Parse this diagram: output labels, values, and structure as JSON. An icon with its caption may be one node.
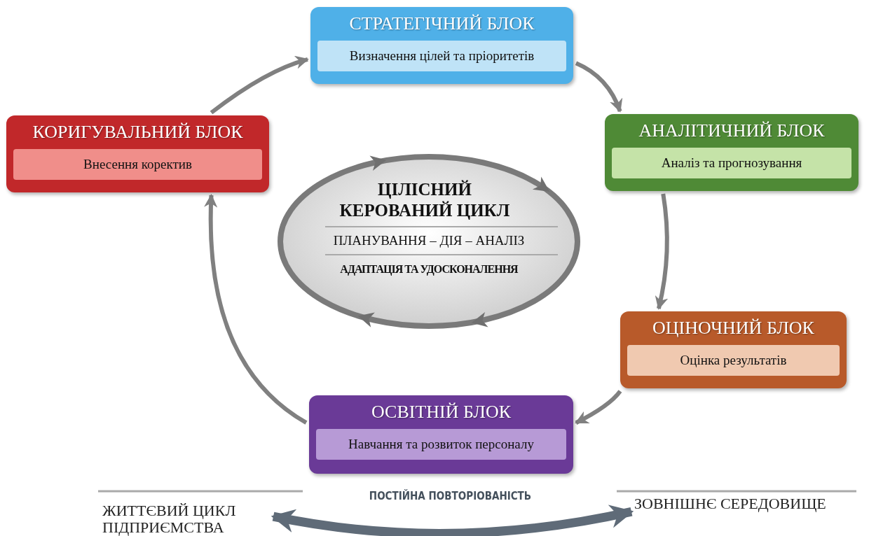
{
  "diagram": {
    "nodes": [
      {
        "text": [
          "СТРАТЕГІЧНИЙ БЛОК",
          "Визначення цілей та пріоритетів"
        ]
      },
      {
        "text": [
          "АНАЛІТИЧНИЙ БЛОК",
          "Аналіз та прогнозування"
        ]
      },
      {
        "text": [
          "ОЦІНОЧНИЙ БЛОК",
          "Оцінка результатів"
        ]
      },
      {
        "text": [
          "ОСВІТНІЙ БЛОК",
          "Навчання та розвиток персоналу"
        ]
      },
      {
        "text": [
          "КОРИГУВАЛЬНИЙ БЛОК",
          "Внесення коректив"
        ]
      },
      {
        "text": [
          "ЦІЛІСНИЙ КЕРОВАНИЙ ЦИКЛ",
          "ПЛАНУВАННЯ – ДІЯ – АНАЛІЗ",
          "АДАПТАЦІЯ ТА УДОСКОНАЛЕННЯ"
        ]
      },
      {
        "text": [
          "ЖИТТЄВИЙ ЦИКЛ ПІДПРИЄМСТВА"
        ]
      },
      {
        "text": [
          "ЗОВНІШНЄ СЕРЕДОВИЩЕ"
        ]
      }
    ],
    "edges": [
      {
        "from": 0,
        "to": 1,
        "arrow": "to"
      },
      {
        "from": 1,
        "to": 2,
        "arrow": "to"
      },
      {
        "from": 2,
        "to": 3,
        "arrow": "to"
      },
      {
        "from": 3,
        "to": 4,
        "arrow": "to"
      },
      {
        "from": 4,
        "to": 0,
        "arrow": "to"
      },
      {
        "from": 6,
        "to": 7,
        "arrow": "both",
        "label": "ПОСТІЙНА ПОВТОРІОВАНІСТЬ",
        "style": "thick",
        "color": "#5f6b78"
      }
    ]
  }
}
